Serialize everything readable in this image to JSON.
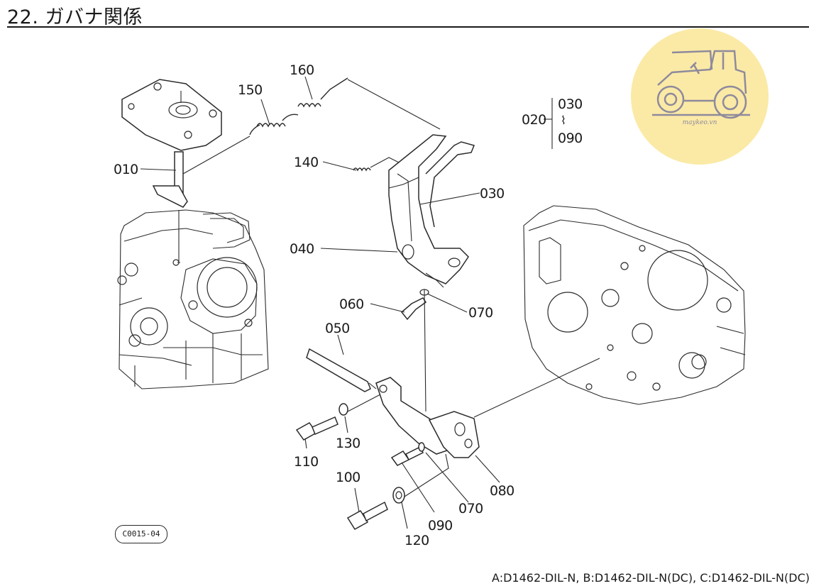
{
  "title": "22. ガバナ関係",
  "watermark": {
    "text": "maykeo.vn",
    "color": "#fbeaa6",
    "icon": "tractor-icon"
  },
  "catalog_code": "C0015-04",
  "footer": "A:D1462-DIL-N, B:D1462-DIL-N(DC), C:D1462-DIL-N(DC)",
  "parts": [
    {
      "id": "010"
    },
    {
      "id": "020"
    },
    {
      "id": "030"
    },
    {
      "id": "030"
    },
    {
      "id": "040"
    },
    {
      "id": "050"
    },
    {
      "id": "060"
    },
    {
      "id": "070"
    },
    {
      "id": "070"
    },
    {
      "id": "080"
    },
    {
      "id": "090"
    },
    {
      "id": "090"
    },
    {
      "id": "100"
    },
    {
      "id": "110"
    },
    {
      "id": "120"
    },
    {
      "id": "130"
    },
    {
      "id": "140"
    },
    {
      "id": "150"
    },
    {
      "id": "160"
    }
  ],
  "group_symbol": "⌇"
}
